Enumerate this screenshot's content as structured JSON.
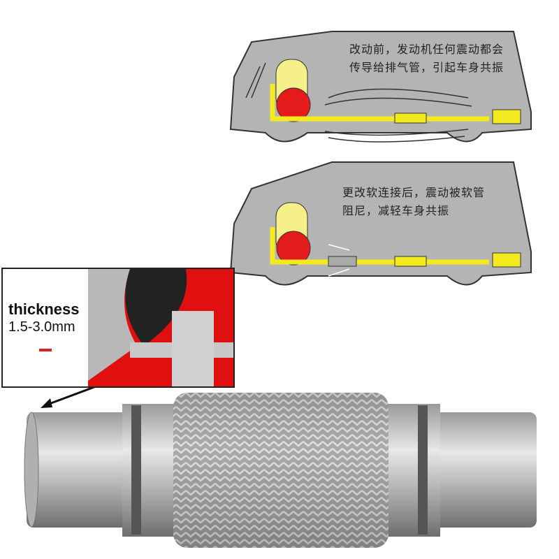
{
  "diagram_top": {
    "caption_line1": "改动前，发动机任何震动都会",
    "caption_line2": "传导给排气管，引起车身共振"
  },
  "diagram_bottom": {
    "caption_line1": "更改软连接后，震动被软管",
    "caption_line2": "阻尼，减轻车身共振"
  },
  "inset": {
    "label": "thickness",
    "value": "1.5-3.0mm"
  },
  "colors": {
    "car_body": "#b4b4b4",
    "pipe": "#f2ea1e",
    "engine": "#e41b1b",
    "inset_bg": "#e01010"
  }
}
